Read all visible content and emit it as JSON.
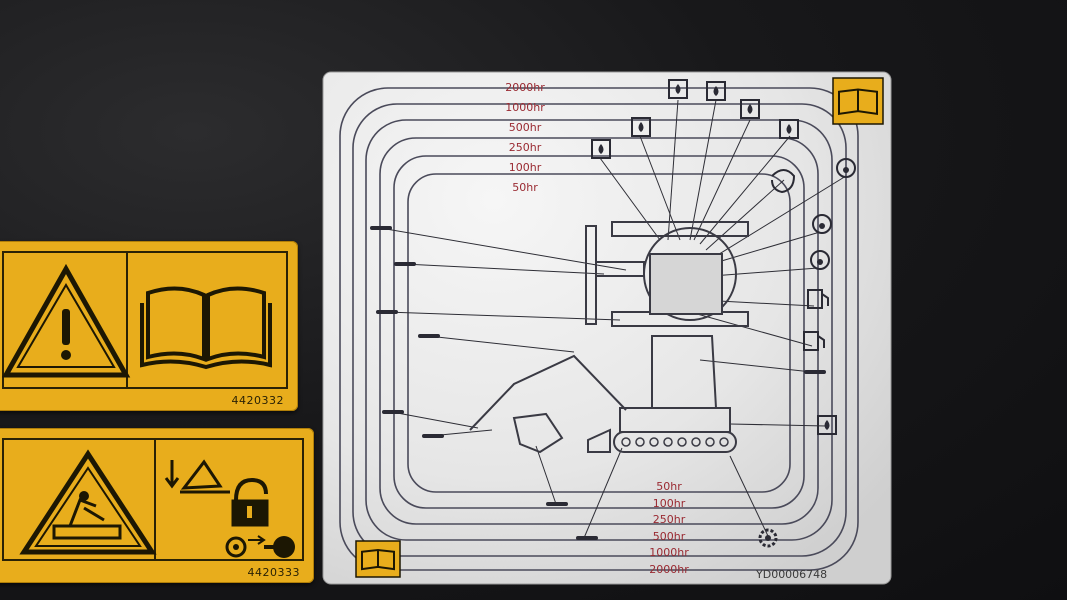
{
  "warning_decal_top": {
    "code": "4420332"
  },
  "warning_decal_bottom": {
    "code": "4420333"
  },
  "maintenance_chart": {
    "serial": "YD00006748",
    "intervals_top": [
      "2000hr",
      "1000hr",
      "500hr",
      "250hr",
      "100hr",
      "50hr"
    ],
    "intervals_bottom": [
      "50hr",
      "100hr",
      "250hr",
      "500hr",
      "1000hr",
      "2000hr"
    ]
  },
  "colors": {
    "decal_yellow": "#e8ad1c",
    "panel_white": "#ececec",
    "track_line": "#4a4a5a",
    "interval_text": "#9a2a32"
  },
  "icons": [
    "warning-triangle-icon",
    "manual-book-icon",
    "crush-hazard-icon",
    "bucket-lower-icon",
    "padlock-icon",
    "key-icon",
    "hydraulic-oil-icon",
    "grease-icon",
    "fuel-icon",
    "gear-icon",
    "engine-oil-icon"
  ]
}
